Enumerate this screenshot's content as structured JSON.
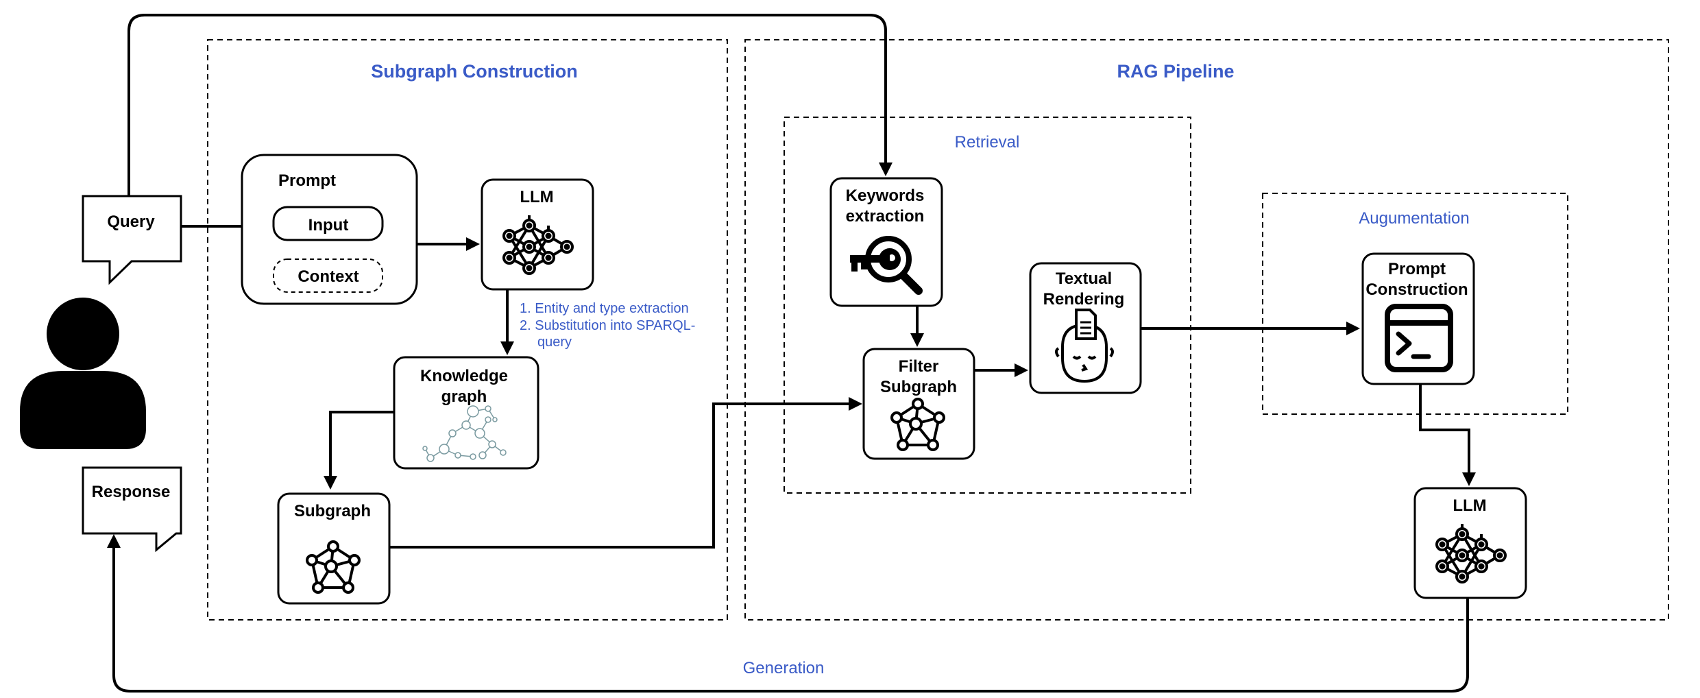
{
  "colors": {
    "accent_text": "#3a5bc7",
    "stroke": "#000000",
    "kg_illustration": "#7a9aa0"
  },
  "regions": {
    "subgraph_construction": "Subgraph Construction",
    "rag_pipeline": "RAG Pipeline",
    "retrieval": "Retrieval",
    "augumentation": "Augumentation",
    "generation": "Generation"
  },
  "nodes": {
    "query": "Query",
    "response": "Response",
    "prompt": "Prompt",
    "input": "Input",
    "context": "Context",
    "llm_top": "LLM",
    "knowledge_graph": [
      "Knowledge",
      "graph"
    ],
    "subgraph": "Subgraph",
    "keywords_extraction": [
      "Keywords",
      "extraction"
    ],
    "filter_subgraph": [
      "Filter",
      "Subgraph"
    ],
    "textual_rendering": [
      "Textual",
      "Rendering"
    ],
    "prompt_construction": [
      "Prompt",
      "Construction"
    ],
    "llm_bottom": "LLM"
  },
  "steps": [
    "1. Entity and type  extraction",
    "2. Substitution into SPARQL-",
    "query"
  ],
  "icons": [
    "user-icon",
    "neural-network-icon",
    "key-search-icon",
    "graph-network-icon",
    "head-document-icon",
    "terminal-icon",
    "knowledge-graph-illustration"
  ]
}
